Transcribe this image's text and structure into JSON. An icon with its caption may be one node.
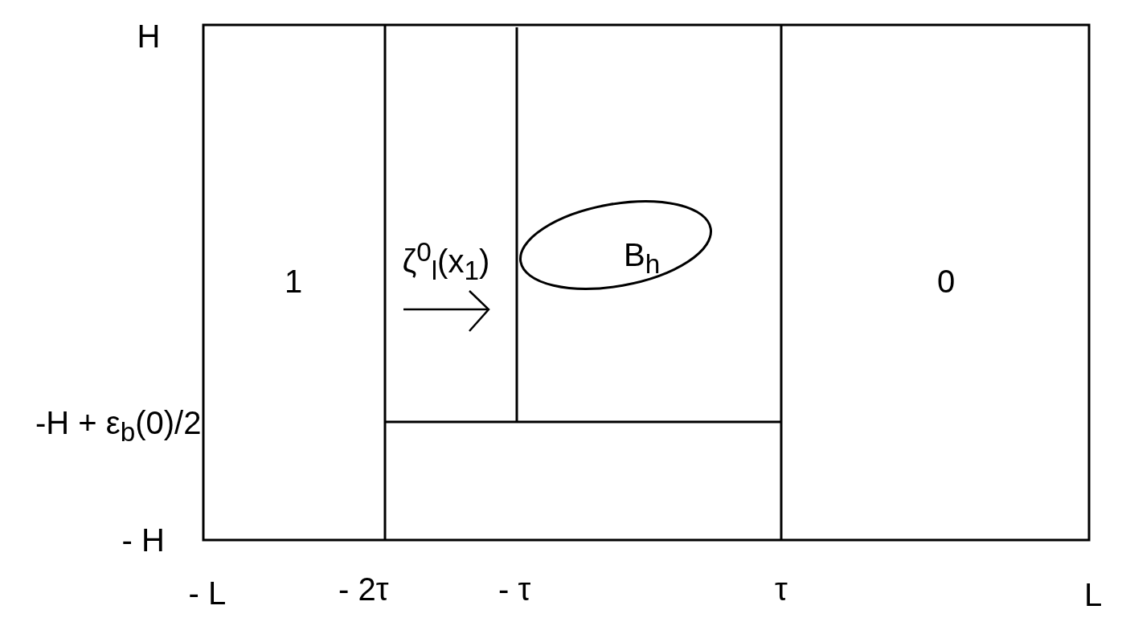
{
  "diagram": {
    "nodes": [
      {
        "text": [
          "B$_{h}$"
        ]
      }
    ],
    "labels": [
      "H",
      "1",
      "ζ$^{0}$$_{l}$(x$_{1}$)",
      "0",
      "-H + ε$_{b}$(0)/2",
      "- H",
      "- L",
      "- 2τ",
      "- τ",
      "τ",
      "L"
    ]
  }
}
